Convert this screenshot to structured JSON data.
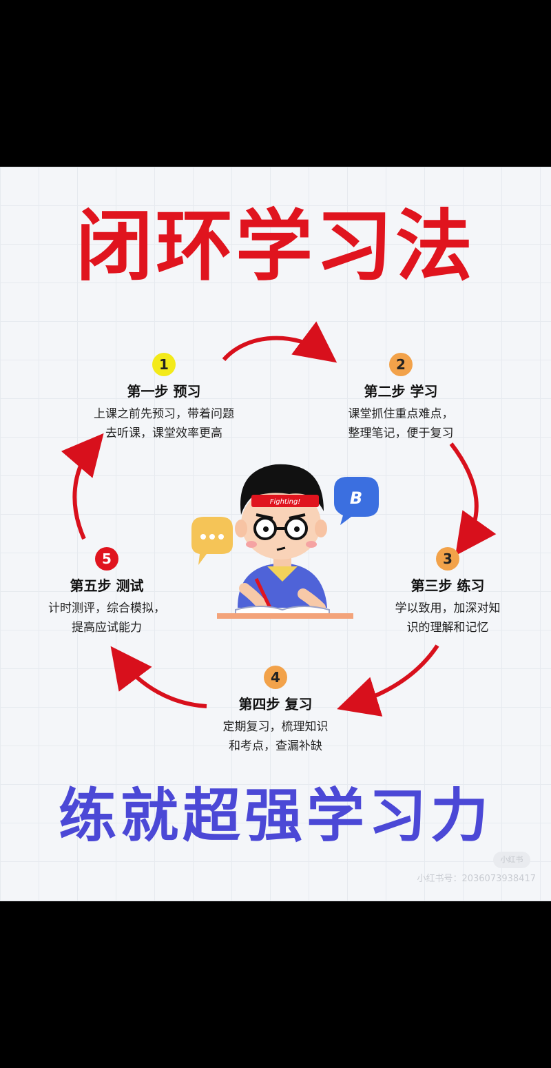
{
  "title": "闭环学习法",
  "subtitle": "练就超强学习力",
  "colors": {
    "title": "#e0141e",
    "subtitle": "#4b48d6",
    "arrow": "#d8101c",
    "badge1": "#f3ea1a",
    "badge2": "#f2a24a",
    "badge3": "#f2a24a",
    "badge4": "#f2a24a",
    "badge5": "#e0141e"
  },
  "steps": [
    {
      "num": "1",
      "title": "第一步 预习",
      "desc1": "上课之前先预习，带着问题",
      "desc2": "去听课，课堂效率更高"
    },
    {
      "num": "2",
      "title": "第二步 学习",
      "desc1": "课堂抓住重点难点，",
      "desc2": "整理笔记，便于复习"
    },
    {
      "num": "3",
      "title": "第三步 练习",
      "desc1": "学以致用，加深对知",
      "desc2": "识的理解和记忆"
    },
    {
      "num": "4",
      "title": "第四步 复习",
      "desc1": "定期复习，梳理知识",
      "desc2": "和考点，查漏补缺"
    },
    {
      "num": "5",
      "title": "第五步 测试",
      "desc1": "计时测评，综合模拟，",
      "desc2": "提高应试能力"
    }
  ],
  "illustration": {
    "headband": "Fighting!",
    "bubble_right": "B",
    "bubble_left_icon": "dots-icon"
  },
  "watermark": {
    "logo": "小红书",
    "text": "小红书号：2036073938417"
  }
}
